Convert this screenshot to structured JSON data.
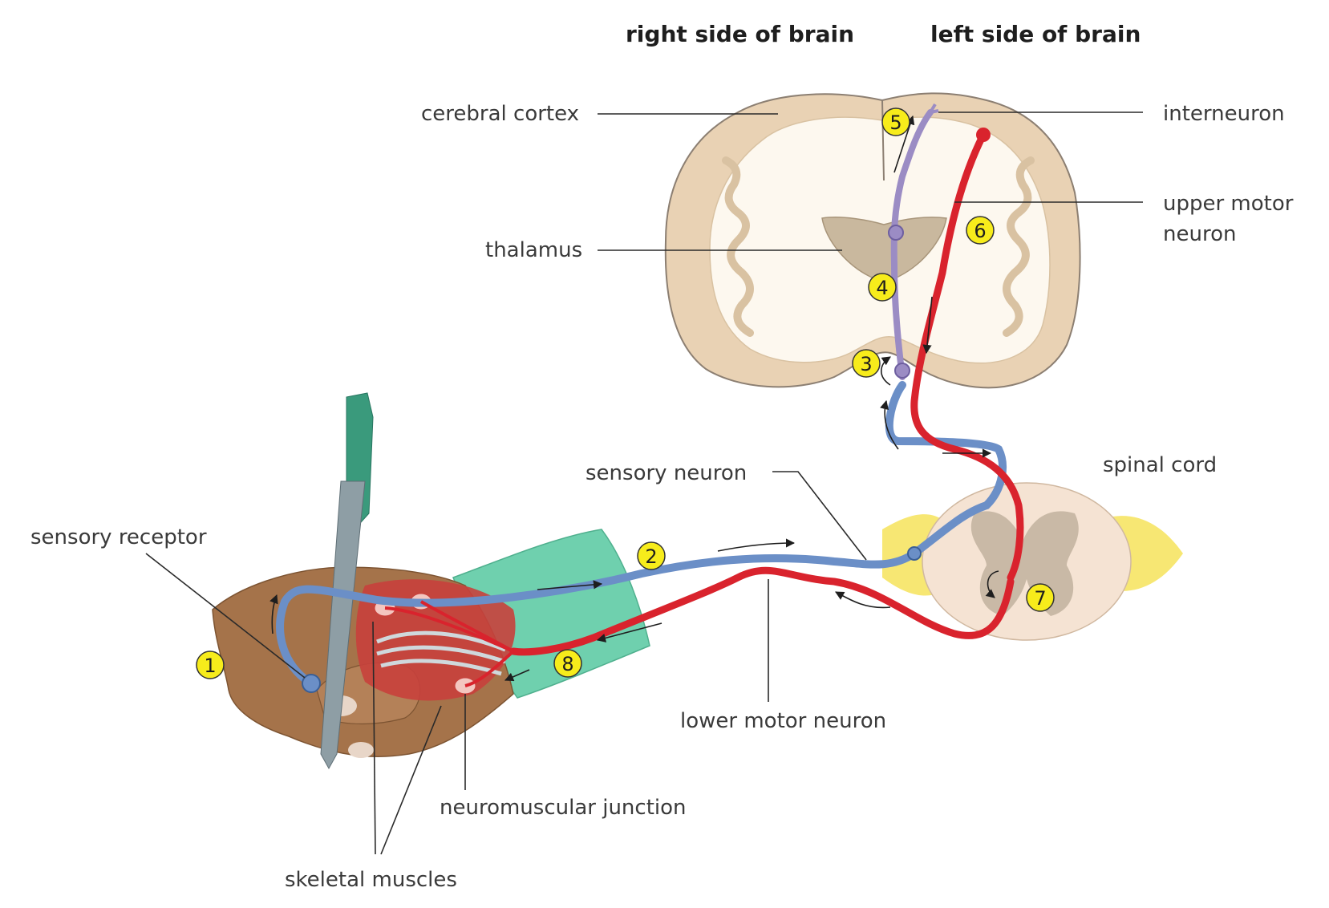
{
  "headers": {
    "right_side": "right side of brain",
    "left_side": "left side of brain"
  },
  "labels": {
    "cerebral_cortex": "cerebral cortex",
    "thalamus": "thalamus",
    "interneuron": "interneuron",
    "upper_motor_neuron_line1": "upper motor",
    "upper_motor_neuron_line2": "neuron",
    "spinal_cord": "spinal cord",
    "sensory_neuron": "sensory neuron",
    "sensory_receptor": "sensory receptor",
    "lower_motor_neuron": "lower motor neuron",
    "neuromuscular_junction": "neuromuscular junction",
    "skeletal_muscles": "skeletal muscles"
  },
  "steps": [
    "1",
    "2",
    "3",
    "4",
    "5",
    "6",
    "7",
    "8"
  ],
  "colors": {
    "sensory_neuron": "#6b8fc7",
    "interneuron": "#9b8cc4",
    "motor_neuron": "#d9232d",
    "brain_gray_matter": "#e9d2b4",
    "brain_white_matter": "#fdf8ef",
    "thalamus": "#c9b89e",
    "spinal_cord": "#f5e3d3",
    "spinal_gray": "#c9b9a6",
    "nerve_root": "#f6e35a",
    "step_marker": "#f7ec1b",
    "hand_skin": "#a5734a",
    "sleeve": "#6fd0ae",
    "pen_body": "#8e9ea5",
    "pen_cap": "#3a9a7c",
    "muscle": "#c8403c"
  }
}
